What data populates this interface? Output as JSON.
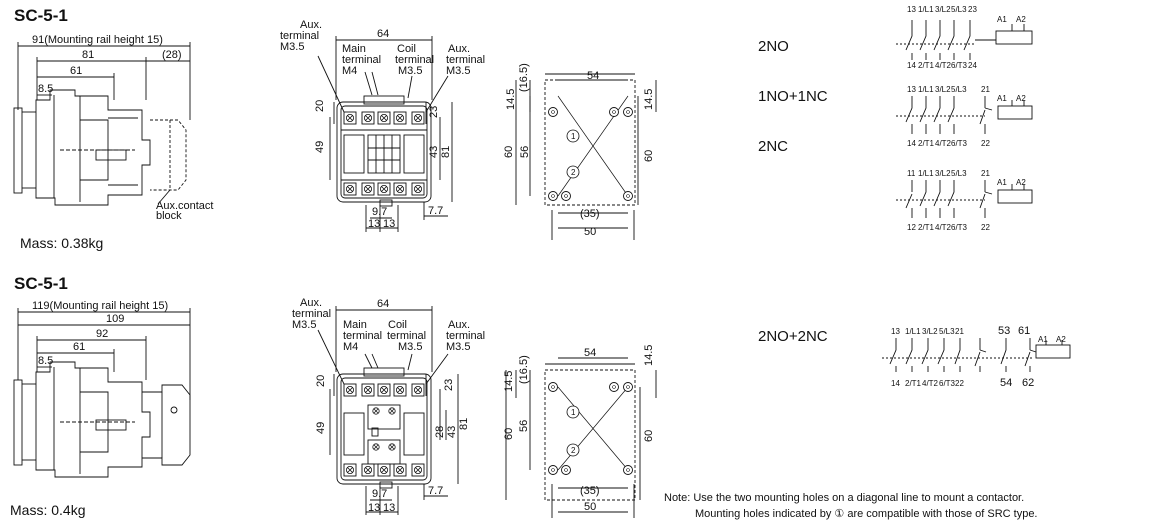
{
  "sections": [
    {
      "model": "SC-5-1",
      "mass": "Mass: 0.38kg",
      "side_view": {
        "overall": "91(Mounting rail height 15)",
        "dim_body": "81",
        "dim_aux": "(28)",
        "dim_61": "61",
        "dim_85": "8.5",
        "aux_block_1": "Aux.contact",
        "aux_block_2": "block"
      },
      "front_view": {
        "width": "64",
        "aux_left_1": "Aux.",
        "aux_left_2": "terminal",
        "aux_left_3": "M3.5",
        "main_1": "Main",
        "main_2": "terminal",
        "main_3": "M4",
        "coil_1": "Coil",
        "coil_2": "terminal",
        "coil_3": "M3.5",
        "aux_right_1": "Aux.",
        "aux_right_2": "terminal",
        "aux_right_3": "M3.5",
        "d20": "20",
        "d49": "49",
        "d23": "23",
        "d43": "43",
        "d81": "81",
        "d97": "9.7",
        "d77": "7.7",
        "d13a": "13",
        "d13b": "13"
      },
      "mount_view": {
        "d165": "(16.5)",
        "d145l": "14.5",
        "d54": "54",
        "d145r": "14.5",
        "d60l": "60",
        "d56": "56",
        "d60r": "60",
        "d35": "(35)",
        "d50": "50",
        "c1": "1",
        "c2": "2"
      }
    },
    {
      "model": "SC-5-1",
      "mass": "Mass: 0.4kg",
      "side_view": {
        "overall": "119(Mounting rail height 15)",
        "dim_body": "109",
        "dim_92": "92",
        "dim_61": "61",
        "dim_85": "8.5"
      },
      "front_view": {
        "width": "64",
        "aux_left_1": "Aux.",
        "aux_left_2": "terminal",
        "aux_left_3": "M3.5",
        "main_1": "Main",
        "main_2": "terminal",
        "main_3": "M4",
        "coil_1": "Coil",
        "coil_2": "terminal",
        "coil_3": "M3.5",
        "aux_right_1": "Aux.",
        "aux_right_2": "terminal",
        "aux_right_3": "M3.5",
        "d20": "20",
        "d49": "49",
        "d23": "23",
        "d28": "28",
        "d43": "43",
        "d81": "81",
        "d97": "9.7",
        "d77": "7.7",
        "d13a": "13",
        "d13b": "13"
      },
      "mount_view": {
        "d145l": "14.5",
        "d165": "(16.5)",
        "d54": "54",
        "d145r": "14.5",
        "d60l": "60",
        "d56": "56",
        "d60r": "60",
        "d35": "(35)",
        "d50": "50",
        "c1": "1",
        "c2": "2"
      }
    }
  ],
  "configurations": [
    {
      "label": "2NO",
      "top": [
        "13",
        "1/L1",
        "3/L2",
        "5/L3",
        "23",
        "A1",
        "A2"
      ],
      "bottom": [
        "14",
        "2/T1",
        "4/T2",
        "6/T3",
        "24"
      ]
    },
    {
      "label": "1NO+1NC",
      "top": [
        "13",
        "1/L1",
        "3/L2",
        "5/L3",
        "21",
        "A1",
        "A2"
      ],
      "bottom": [
        "14",
        "2/T1",
        "4/T2",
        "6/T3",
        "22"
      ]
    },
    {
      "label": "2NC",
      "top": [
        "11",
        "1/L1",
        "3/L2",
        "5/L3",
        "21",
        "A1",
        "A2"
      ],
      "bottom": [
        "12",
        "2/T1",
        "4/T2",
        "6/T3",
        "22"
      ]
    },
    {
      "label": "2NO+2NC",
      "top": [
        "13",
        "1/L1",
        "3/L2",
        "5/L3",
        "21",
        "53",
        "61",
        "A1",
        "A2"
      ],
      "bottom": [
        "14",
        "2/T1",
        "4/T2",
        "6/T3",
        "22",
        "54",
        "62"
      ]
    }
  ],
  "note": {
    "line1": "Note: Use the two mounting holes on a diagonal line to mount a contactor.",
    "line2": "Mounting holes indicated by ① are compatible with those of SRC type."
  }
}
